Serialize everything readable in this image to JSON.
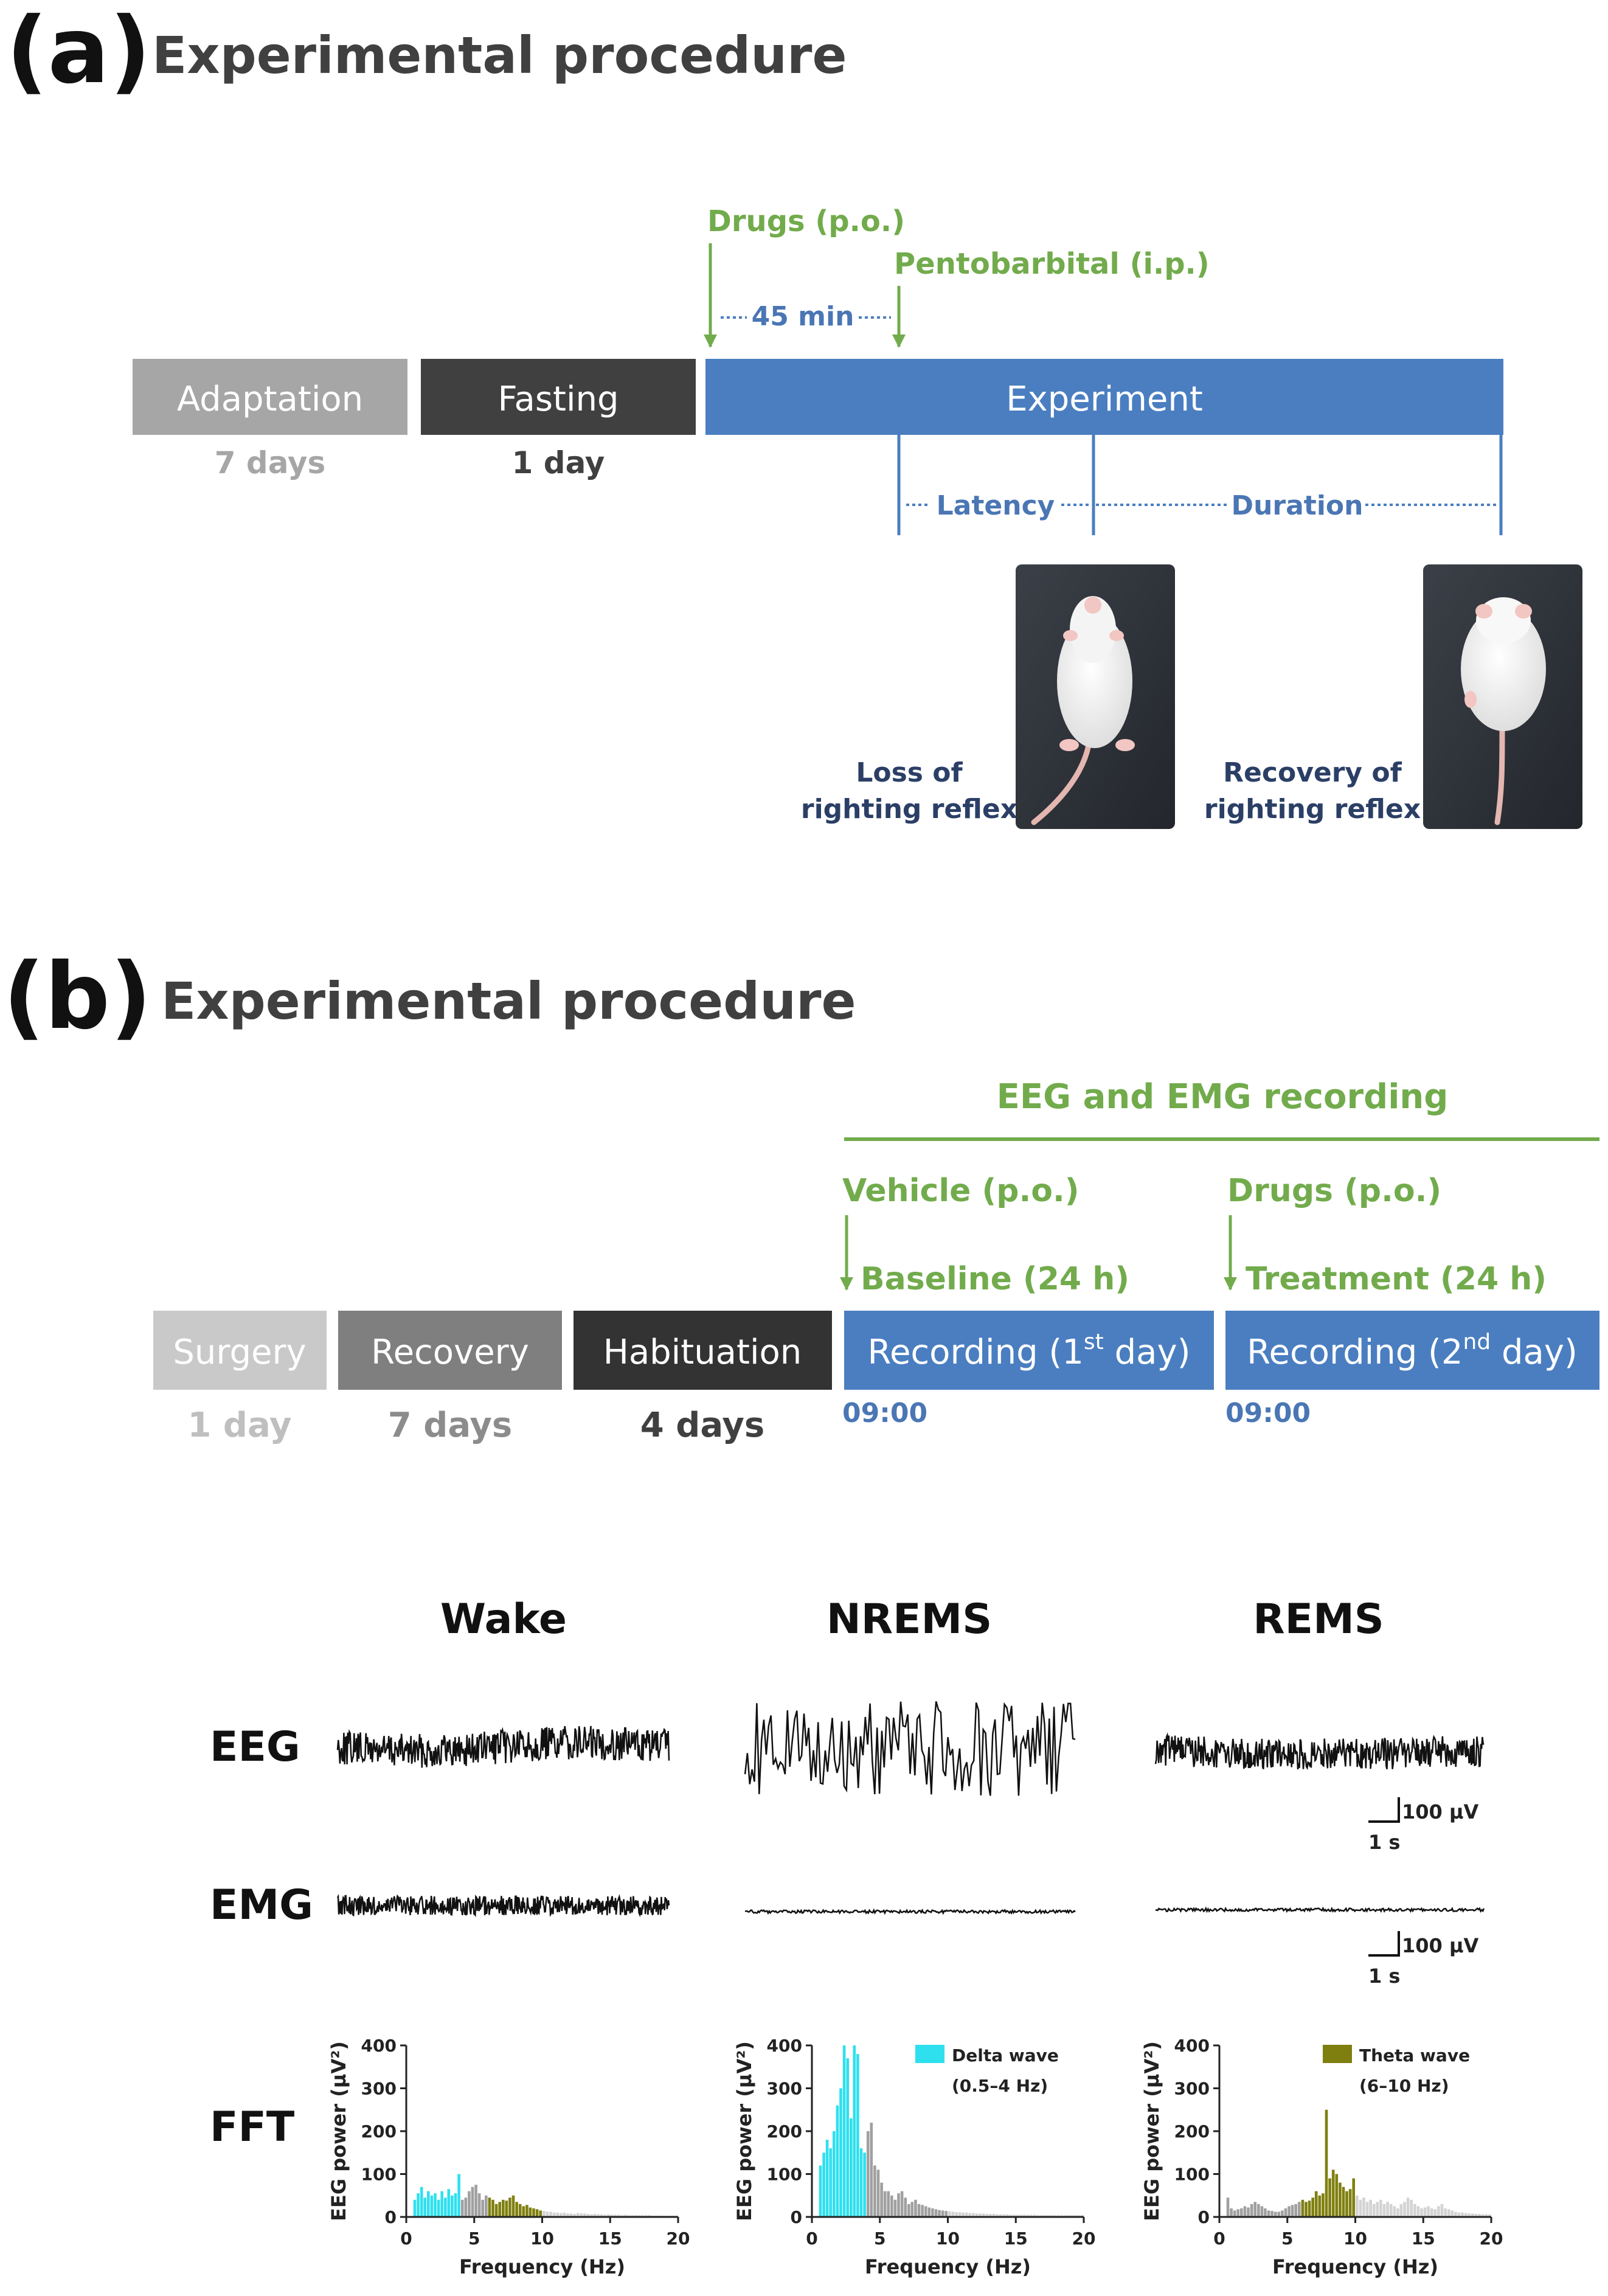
{
  "panel_a": {
    "letter": "(a)",
    "title": "Experimental procedure",
    "phases": [
      {
        "label": "Adaptation",
        "duration": "7 days",
        "color": "#a6a6a6",
        "duration_color": "#a6a6a6"
      },
      {
        "label": "Fasting",
        "duration": "1 day",
        "color": "#404040",
        "duration_color": "#404040"
      }
    ],
    "experiment": {
      "label": "Experiment",
      "color": "#4a7ec0"
    },
    "drugs_label": "Drugs (p.o.)",
    "pentobarbital_label": "Pentobarbital (i.p.)",
    "interval_label": "45 min",
    "latency_label": "Latency",
    "duration_label": "Duration",
    "loss_label": [
      "Loss of",
      "righting reflex"
    ],
    "recovery_label": [
      "Recovery of",
      "righting reflex"
    ],
    "photos": [
      {
        "name": "mouse-supine-photo",
        "pose": "supine"
      },
      {
        "name": "mouse-prone-photo",
        "pose": "prone"
      }
    ]
  },
  "panel_b": {
    "letter": "(b)",
    "title": "Experimental procedure",
    "recording_header": "EEG and EMG recording",
    "phases": [
      {
        "label": "Surgery",
        "duration": "1 day",
        "color": "#c9c9c9",
        "duration_color": "#bfbfbf"
      },
      {
        "label": "Recovery",
        "duration": "7 days",
        "color": "#7f7f7f",
        "duration_color": "#8c8c8c"
      },
      {
        "label": "Habituation",
        "duration": "4 days",
        "color": "#333333",
        "duration_color": "#404040"
      }
    ],
    "recordings": [
      {
        "pre": "Recording (1",
        "sup": "st",
        "post": " day)",
        "start": "09:00",
        "dose": "Vehicle (p.o.)",
        "period": "Baseline (24 h)"
      },
      {
        "pre": "Recording (2",
        "sup": "nd",
        "post": " day)",
        "start": "09:00",
        "dose": "Drugs (p.o.)",
        "period": "Treatment (24 h)"
      }
    ],
    "states": [
      "Wake",
      "NREMS",
      "REMS"
    ],
    "rows": {
      "eeg": "EEG",
      "emg": "EMG",
      "fft": "FFT"
    },
    "eeg_scale": {
      "amplitude": "100 μV",
      "time": "1 s"
    },
    "emg_scale": {
      "amplitude": "100 μV",
      "time": "1 s"
    }
  },
  "chart_data": [
    {
      "type": "bar",
      "state": "Wake",
      "xlabel": "Frequency (Hz)",
      "ylabel": "EEG power (μV²)",
      "xlim": [
        0,
        20
      ],
      "ylim": [
        0,
        400
      ],
      "xticks": [
        0,
        5,
        10,
        15,
        20
      ],
      "yticks": [
        0,
        100,
        200,
        300,
        400
      ],
      "legend": null,
      "bin_width_hz": 0.25,
      "highlight_band": "delta",
      "x_start": 0.5,
      "values": [
        40,
        55,
        70,
        45,
        60,
        50,
        55,
        40,
        60,
        45,
        65,
        50,
        55,
        100,
        40,
        45,
        60,
        70,
        75,
        55,
        40,
        50,
        45,
        40,
        30,
        35,
        40,
        38,
        45,
        50,
        35,
        30,
        25,
        28,
        22,
        20,
        18,
        15,
        14,
        12,
        12,
        10,
        10,
        9,
        10,
        8,
        8,
        7,
        9,
        8,
        8,
        7,
        6,
        7,
        6,
        6,
        5,
        6,
        5,
        5,
        5,
        4,
        5,
        4,
        4,
        4,
        4,
        4,
        4,
        4,
        3,
        3,
        3,
        3,
        3,
        3,
        3,
        3
      ]
    },
    {
      "type": "bar",
      "state": "NREMS",
      "xlabel": "Frequency (Hz)",
      "ylabel": "EEG power (μV²)",
      "xlim": [
        0,
        20
      ],
      "ylim": [
        0,
        400
      ],
      "xticks": [
        0,
        5,
        10,
        15,
        20
      ],
      "yticks": [
        0,
        100,
        200,
        300,
        400
      ],
      "legend": {
        "label": "Delta wave",
        "sublabel": "(0.5–4 Hz)",
        "color": "#2ee0ee"
      },
      "bin_width_hz": 0.25,
      "highlight_band": "delta",
      "x_start": 0.5,
      "values": [
        120,
        150,
        180,
        160,
        200,
        260,
        300,
        400,
        370,
        230,
        400,
        380,
        160,
        150,
        200,
        220,
        120,
        110,
        80,
        60,
        60,
        50,
        40,
        55,
        60,
        45,
        30,
        35,
        40,
        30,
        28,
        25,
        22,
        20,
        18,
        16,
        15,
        14,
        13,
        12,
        11,
        11,
        10,
        10,
        9,
        9,
        8,
        8,
        8,
        7,
        7,
        7,
        6,
        6,
        6,
        6,
        5,
        5,
        5,
        5,
        5,
        5,
        5,
        5,
        4,
        4,
        4,
        4,
        4,
        4,
        4,
        4,
        4,
        4,
        4,
        4,
        4,
        4
      ]
    },
    {
      "type": "bar",
      "state": "REMS",
      "xlabel": "Frequency (Hz)",
      "ylabel": "EEG power (μV²)",
      "xlim": [
        0,
        20
      ],
      "ylim": [
        0,
        400
      ],
      "xticks": [
        0,
        5,
        10,
        15,
        20
      ],
      "yticks": [
        0,
        100,
        200,
        300,
        400
      ],
      "legend": {
        "label": "Theta wave",
        "sublabel": "(6–10 Hz)",
        "color": "#7f7f10"
      },
      "bin_width_hz": 0.25,
      "highlight_band": "theta",
      "x_start": 0.5,
      "values": [
        45,
        20,
        15,
        18,
        20,
        25,
        22,
        30,
        35,
        30,
        25,
        20,
        15,
        14,
        12,
        12,
        15,
        20,
        25,
        28,
        30,
        35,
        40,
        35,
        38,
        45,
        60,
        50,
        55,
        250,
        90,
        110,
        100,
        80,
        70,
        60,
        65,
        90,
        50,
        40,
        45,
        35,
        40,
        30,
        35,
        40,
        30,
        35,
        30,
        25,
        20,
        30,
        35,
        45,
        40,
        30,
        25,
        20,
        22,
        25,
        20,
        18,
        25,
        30,
        20,
        18,
        15,
        12,
        10,
        10,
        9,
        8,
        8,
        7,
        7,
        6,
        6,
        6
      ]
    }
  ]
}
